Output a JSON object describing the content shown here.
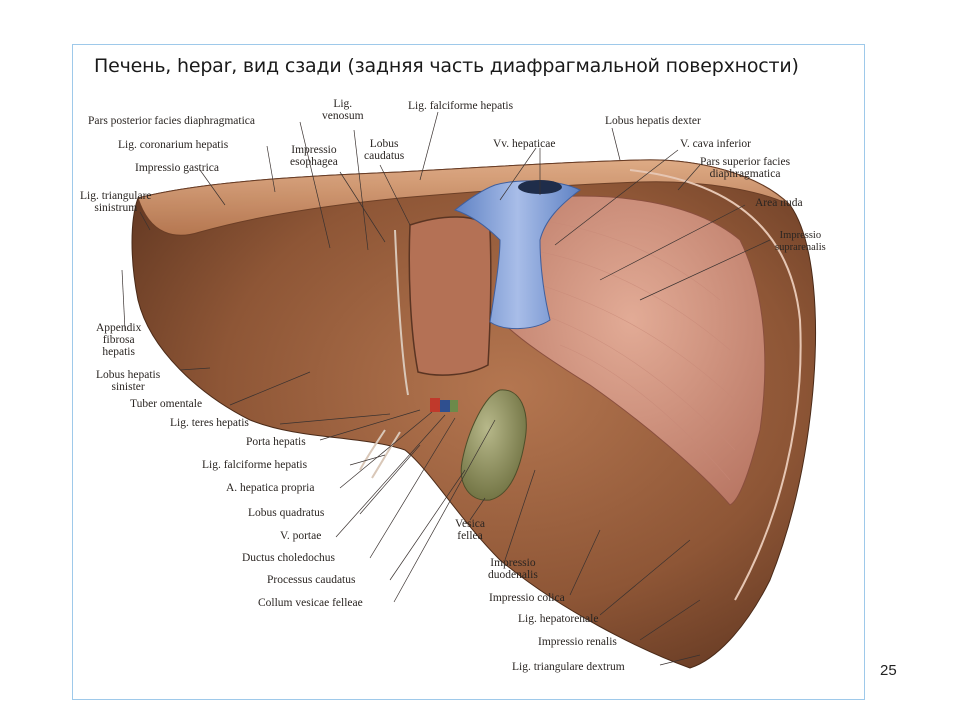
{
  "slide": {
    "title": "Печень, hepar, вид сзади (задняя часть диафрагмальной поверхности)",
    "page_number": "25"
  },
  "labels": {
    "pars_posterior": "Pars posterior facies diaphragmatica",
    "lig_venosum": "Lig.\nvenosum",
    "lig_falciforme_top": "Lig. falciforme hepatis",
    "lobus_hepatis_dexter": "Lobus hepatis dexter",
    "lig_coronarium": "Lig. coronarium hepatis",
    "impressio_esophagea": "Impressio\nesophagea",
    "lobus_caudatus": "Lobus\ncaudatus",
    "vv_hepaticae": "Vv. hepaticae",
    "v_cava_inferior": "V. cava inferior",
    "impressio_gastrica": "Impressio gastrica",
    "pars_superior": "Pars superior facies\ndiaphragmatica",
    "lig_triangulare_sinistrum": "Lig. triangulare\nsinistrum",
    "area_nuda": "Area nuda",
    "impressio_suprarenalis": "Impressio\nsuprarenalis",
    "appendix_fibrosa": "Appendix\nfibrosa\nhepatis",
    "lobus_hepatis_sinister": "Lobus hepatis\nsinister",
    "tuber_omentale": "Tuber omentale",
    "lig_teres": "Lig. teres hepatis",
    "porta_hepatis": "Porta hepatis",
    "lig_falciforme_bottom": "Lig. falciforme hepatis",
    "a_hepatica_propria": "A. hepatica propria",
    "lobus_quadratus": "Lobus quadratus",
    "v_portae": "V. portae",
    "ductus_choledochus": "Ductus choledochus",
    "processus_caudatus": "Processus caudatus",
    "collum_vesicae": "Collum vesicae felleae",
    "vesica_fellea": "Vesica\nfellea",
    "impressio_duodenalis": "Impressio\nduodenalis",
    "impressio_colica": "Impressio colica",
    "lig_hepatorenale": "Lig. hepatorenale",
    "impressio_renalis": "Impressio renalis",
    "lig_triangulare_dextrum": "Lig. triangulare dextrum"
  },
  "colors": {
    "liver_dark": "#7a4a30",
    "liver_light": "#c98b63",
    "area_nuda": "#d79a85",
    "vein_blue": "#7f9fd6",
    "gallbladder": "#8e8f5a",
    "frame_border": "#9ec9ea"
  }
}
